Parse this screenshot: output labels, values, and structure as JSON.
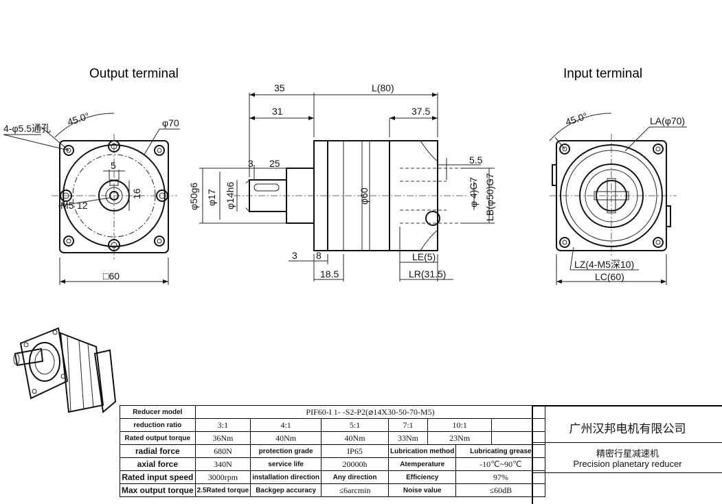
{
  "views": {
    "output_label": "Output terminal",
    "input_label": "Input terminal"
  },
  "output_view": {
    "angle": "45.0°",
    "holes": "4-φ5.5通孔",
    "pcd": "φ70",
    "key": "5",
    "shaft_h": "16",
    "tap": "M5",
    "tap_depth": "12",
    "square": "□60"
  },
  "side_view": {
    "L": "L(80)",
    "d35": "35",
    "d31": "31",
    "d37_5": "37.5",
    "d3a": "3",
    "d25": "25",
    "d5_5": "5.5",
    "spigot": "φ50g6",
    "d17": "φ17",
    "shaft": "φ14h6",
    "body": "φ60",
    "bore": "φ 4)G7",
    "LB": "LB(φ50)G7",
    "d3b": "3",
    "d8": "8",
    "d18_5": "18.5",
    "LE": "LE(5)",
    "LR": "LR(31.5)"
  },
  "input_view": {
    "angle": "45.0°",
    "LA": "LA(φ70)",
    "LZ": "LZ(4-M5深10)",
    "LC": "LC(60)"
  },
  "spec_table": {
    "model_label": "Reducer model",
    "model_value": "PIF60-I 1-   -S2-P2(⌀14X30-50-70-M5)",
    "ratio_label": "reduction ratio",
    "ratios": [
      "3:1",
      "4:1",
      "5:1",
      "7:1",
      "10:1",
      ""
    ],
    "torque_label": "Rated output torque",
    "torques": [
      "36Nm",
      "40Nm",
      "40Nm",
      "33Nm",
      "23Nm",
      ""
    ],
    "radial_label": "radial force",
    "radial_value": "680N",
    "protection_label": "protection grade",
    "protection_value": "IP65",
    "lub_method_label": "Lubrication method",
    "lub_method_value": "Lubricating grease",
    "axial_label": "axial force",
    "axial_value": "340N",
    "life_label": "service life",
    "life_value": "20000h",
    "temp_label": "Atemperature",
    "temp_value": "-10℃~90℃",
    "speed_label": "Rated input speed",
    "speed_value": "3000rpm",
    "install_label": "installation direction",
    "install_value": "Any direction",
    "eff_label": "Efficiency",
    "eff_value": "97%",
    "max_torque_label": "Max output torque",
    "max_torque_value": "2.5Rated torque",
    "backlash_label": "Backgep accuracy",
    "backlash_value": "≤6arcmin",
    "noise_label": "Noise value",
    "noise_value": "≤60dB"
  },
  "title_block": {
    "company": "广州汉邦电机有限公司",
    "product_cn": "精密行星减速机",
    "product_en": "Precision planetary reducer"
  }
}
